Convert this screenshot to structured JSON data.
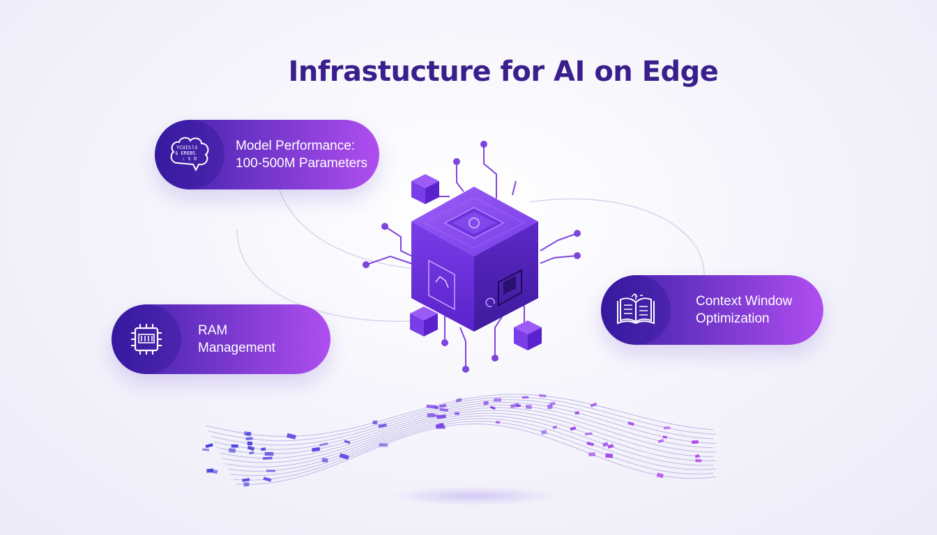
{
  "title": "Infrastucture for AI on Edge",
  "colors": {
    "title": "#3a1f8c",
    "pill_start": "#3b1fa8",
    "pill_end": "#b04ef0",
    "cube_top": "#8a4bf0",
    "cube_left": "#6a2ee0",
    "cube_right": "#4d1fb8",
    "circuit": "#7a3fd8"
  },
  "cards": [
    {
      "id": "model",
      "lines": [
        "Model Performance:",
        "100-500M Parameters"
      ],
      "icon": "brain-icon"
    },
    {
      "id": "ram",
      "lines": [
        "RAM",
        "Management"
      ],
      "icon": "chip-icon"
    },
    {
      "id": "context",
      "lines": [
        "Context Window",
        "Optimization"
      ],
      "icon": "open-book-icon"
    }
  ]
}
